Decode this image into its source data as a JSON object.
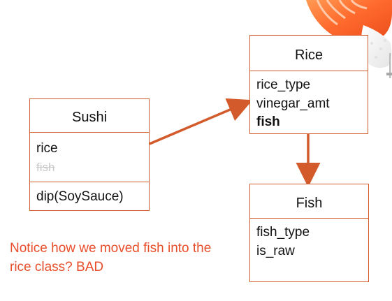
{
  "diagram": {
    "boxes": {
      "sushi": {
        "title": "Sushi",
        "fields": [
          {
            "text": "rice",
            "style": "normal"
          },
          {
            "text": "fish",
            "style": "muted"
          }
        ],
        "methods": [
          {
            "text": "dip(SoySauce)"
          }
        ]
      },
      "rice": {
        "title": "Rice",
        "fields": [
          {
            "text": "rice_type",
            "style": "normal"
          },
          {
            "text": "vinegar_amt",
            "style": "normal"
          },
          {
            "text": "fish",
            "style": "bold"
          }
        ]
      },
      "fish": {
        "title": "Fish",
        "fields": [
          {
            "text": "fish_type",
            "style": "normal"
          },
          {
            "text": "is_raw",
            "style": "normal"
          }
        ]
      }
    },
    "note": {
      "text": "Notice how we moved fish into the rice class? BAD"
    },
    "colors": {
      "box_border": "#d35a2a",
      "arrow": "#d35a2a",
      "note_text": "#e84d2a",
      "muted_text": "#c9c9c9",
      "text": "#111111"
    },
    "illustration": {
      "name": "salmon-nigiri-illustration"
    }
  }
}
